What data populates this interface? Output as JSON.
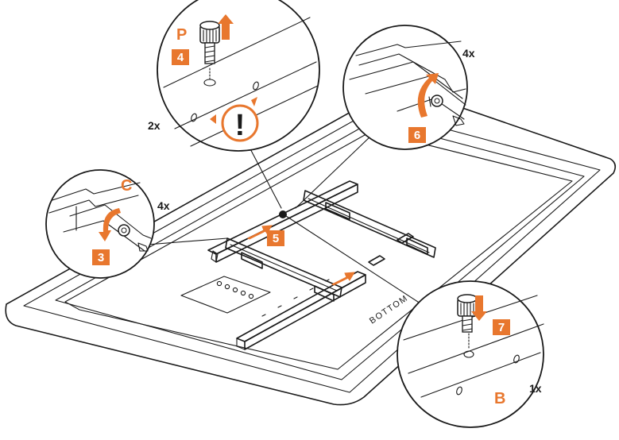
{
  "colors": {
    "accent": "#e8772e",
    "ink": "#1a1a1a",
    "paper": "#ffffff"
  },
  "labels": {
    "bottom": "BOTTOM",
    "c": "C",
    "p": "P",
    "b": "B",
    "qty_2x": "2x",
    "qty_4x_top": "4x",
    "qty_4x_left": "4x",
    "qty_1x": "1x",
    "warning": "!"
  },
  "steps": [
    {
      "id": "step-3",
      "label": "3"
    },
    {
      "id": "step-4",
      "label": "4"
    },
    {
      "id": "step-5",
      "label": "5"
    },
    {
      "id": "step-6",
      "label": "6"
    },
    {
      "id": "step-7",
      "label": "7"
    }
  ],
  "icons": [
    "rotate-arrow-icon",
    "lift-arrow-icon",
    "push-arrow-icon",
    "slide-arrow-icon",
    "warning-icon",
    "screw-icon",
    "knob-icon"
  ]
}
